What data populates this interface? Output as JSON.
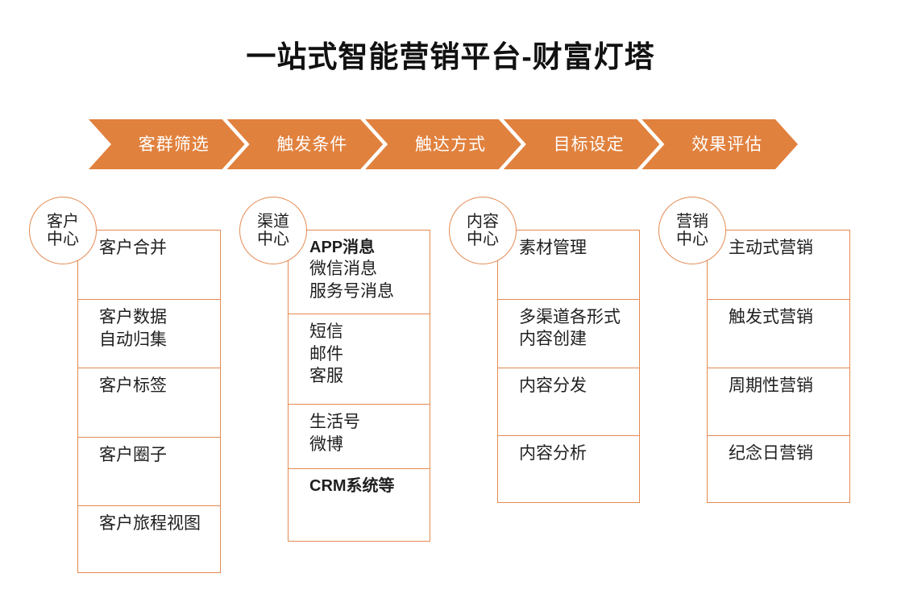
{
  "page": {
    "title": "一站式智能营销平台-财富灯塔",
    "accent_color": "#E1813E",
    "border_color": "#E48A52",
    "background": "#FFFFFF",
    "text_color": "#1F1F1F"
  },
  "process_steps": [
    {
      "label": "客群筛选"
    },
    {
      "label": "触发条件"
    },
    {
      "label": "触达方式"
    },
    {
      "label": "目标设定"
    },
    {
      "label": "效果评估"
    }
  ],
  "columns": [
    {
      "id": "customer-center",
      "badge": {
        "line1": "客户",
        "line2": "中心"
      },
      "cells": [
        {
          "lines": [
            "客户合并"
          ]
        },
        {
          "lines": [
            "客户数据",
            "自动归集"
          ]
        },
        {
          "lines": [
            "客户标签"
          ]
        },
        {
          "lines": [
            "客户圈子"
          ]
        },
        {
          "lines": [
            "客户旅程视图"
          ]
        }
      ]
    },
    {
      "id": "channel-center",
      "badge": {
        "line1": "渠道",
        "line2": "中心"
      },
      "cells": [
        {
          "lines": [
            "APP消息",
            "微信消息",
            "服务号消息"
          ],
          "sans_first_line": true
        },
        {
          "lines": [
            "短信",
            "邮件",
            "客服"
          ]
        },
        {
          "lines": [
            "生活号",
            "微博"
          ]
        },
        {
          "lines": [
            "CRM系统等"
          ],
          "sans": true
        }
      ]
    },
    {
      "id": "content-center",
      "badge": {
        "line1": "内容",
        "line2": "中心"
      },
      "cells": [
        {
          "lines": [
            "素材管理"
          ]
        },
        {
          "lines": [
            "多渠道各形式",
            "内容创建"
          ]
        },
        {
          "lines": [
            "内容分发"
          ]
        },
        {
          "lines": [
            "内容分析"
          ]
        }
      ]
    },
    {
      "id": "marketing-center",
      "badge": {
        "line1": "营销",
        "line2": "中心"
      },
      "cells": [
        {
          "lines": [
            "主动式营销"
          ]
        },
        {
          "lines": [
            "触发式营销"
          ]
        },
        {
          "lines": [
            "周期性营销"
          ]
        },
        {
          "lines": [
            "纪念日营销"
          ]
        }
      ]
    }
  ]
}
